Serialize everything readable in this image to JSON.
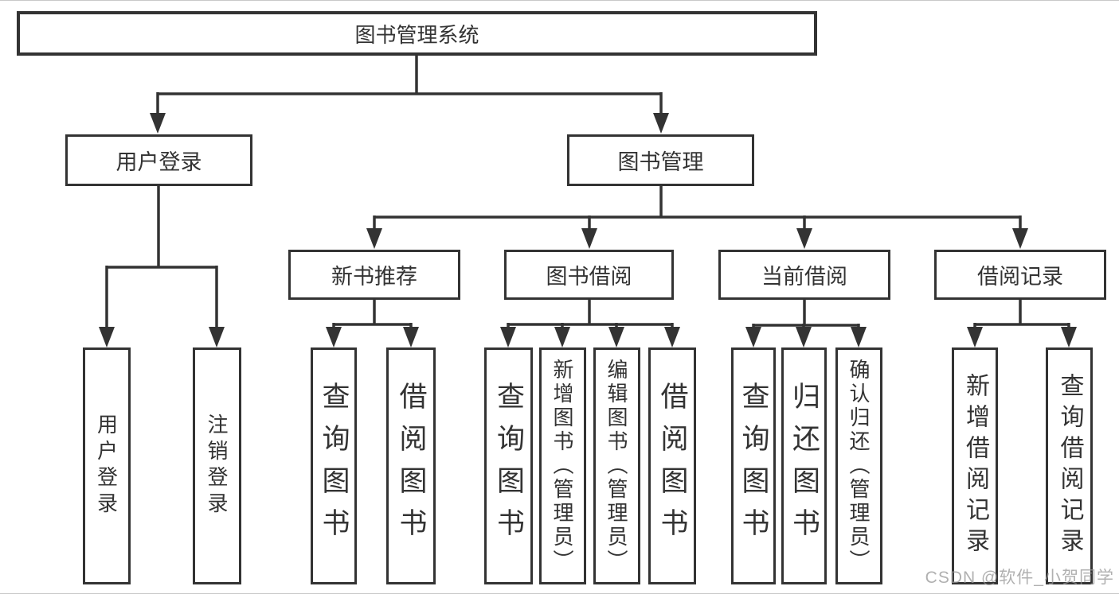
{
  "diagram": {
    "root": {
      "label": "图书管理系统"
    },
    "level2": [
      {
        "label": "用户登录"
      },
      {
        "label": "图书管理"
      }
    ],
    "level3": [
      {
        "label": "新书推荐"
      },
      {
        "label": "图书借阅"
      },
      {
        "label": "当前借阅"
      },
      {
        "label": "借阅记录"
      }
    ],
    "columns": [
      {
        "label": "用户登录",
        "parent": "用户登录"
      },
      {
        "label": "注销登录",
        "parent": "用户登录"
      },
      {
        "label": "查询图书",
        "parent": "新书推荐"
      },
      {
        "label": "借阅图书",
        "parent": "新书推荐"
      },
      {
        "label": "查询图书",
        "parent": "图书借阅"
      },
      {
        "label": "新增图书（管理员）",
        "parent": "图书借阅"
      },
      {
        "label": "编辑图书（管理员）",
        "parent": "图书借阅"
      },
      {
        "label": "借阅图书",
        "parent": "图书借阅"
      },
      {
        "label": "查询图书",
        "parent": "当前借阅"
      },
      {
        "label": "归还图书",
        "parent": "当前借阅"
      },
      {
        "label": "确认归还（管理员）",
        "parent": "当前借阅"
      },
      {
        "label": "新增借阅记录",
        "parent": "借阅记录"
      },
      {
        "label": "查询借阅记录",
        "parent": "借阅记录"
      }
    ]
  },
  "watermark": {
    "text": "CSDN @软件_小贺同学"
  },
  "colors": {
    "line": "#333333",
    "text": "#333333",
    "background": "#ffffff",
    "watermark": "#969696"
  }
}
